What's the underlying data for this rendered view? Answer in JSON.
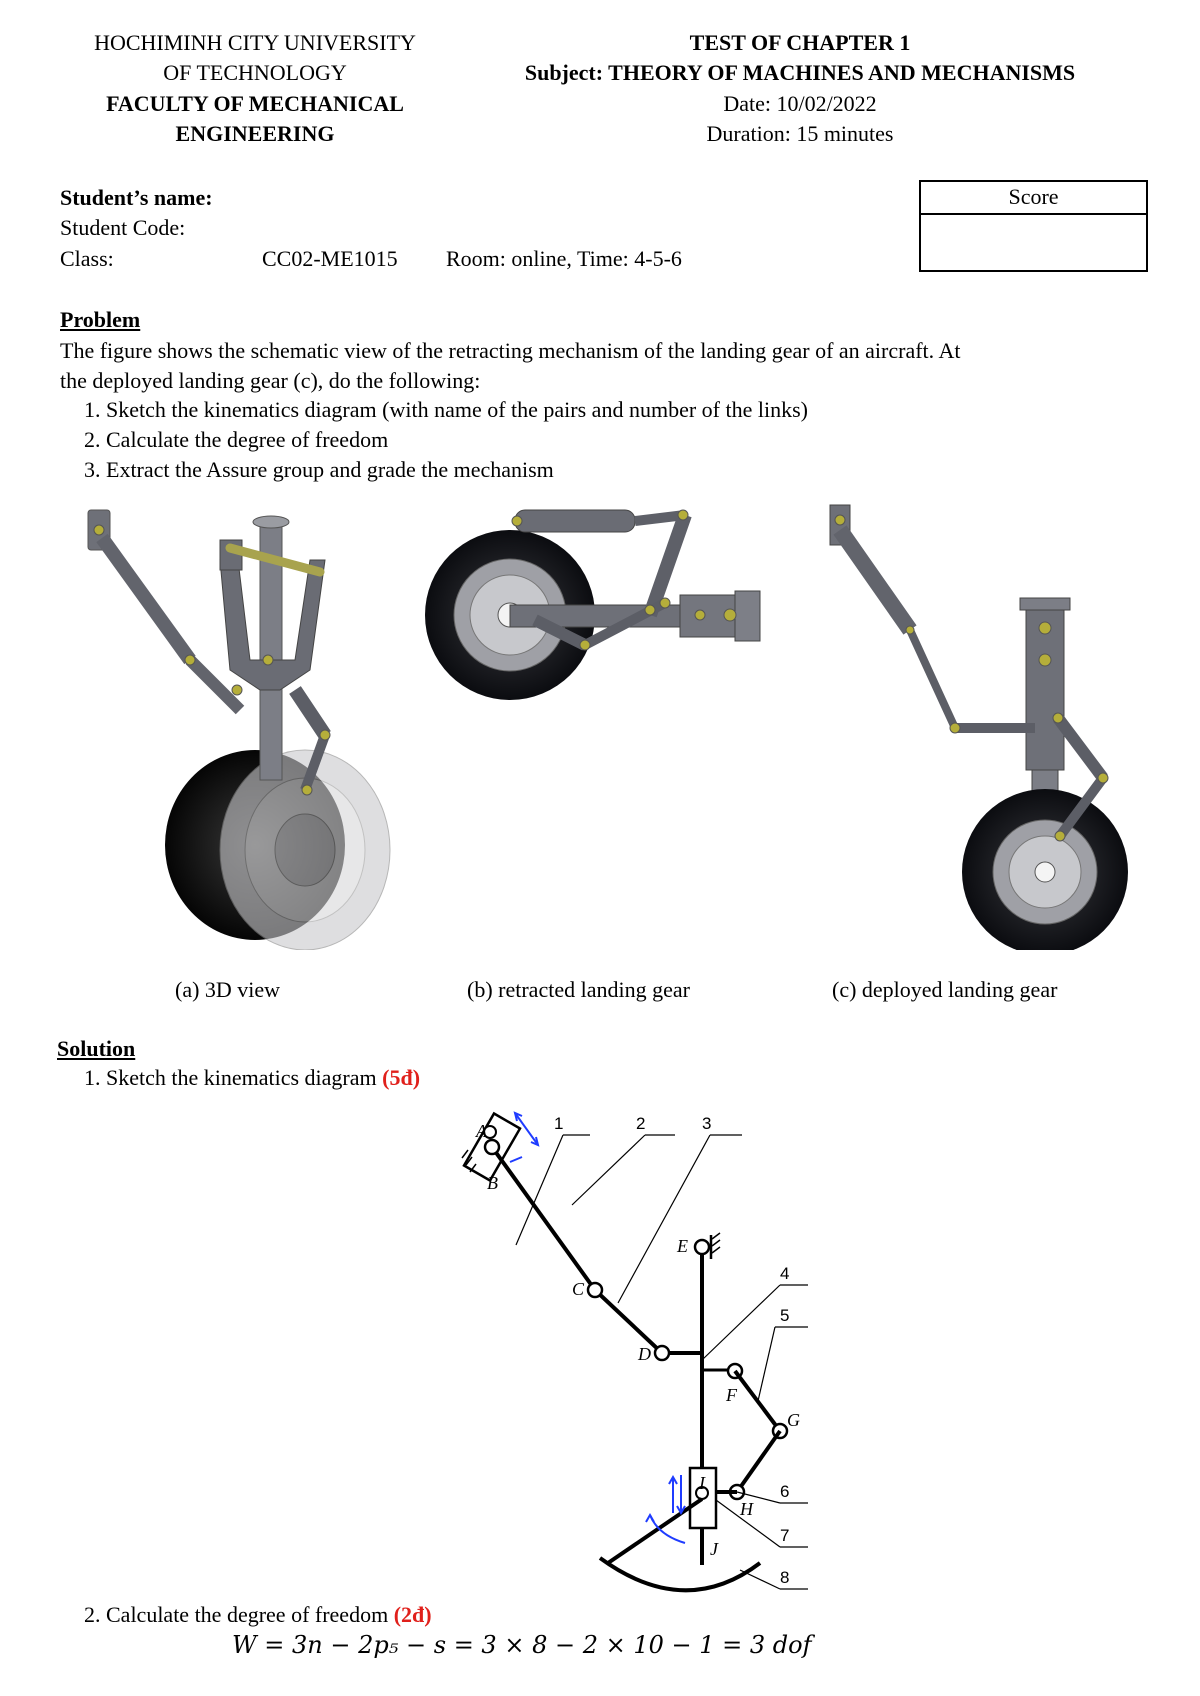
{
  "header": {
    "univ_line1": "HOCHIMINH CITY UNIVERSITY",
    "univ_line2": "OF TECHNOLOGY",
    "faculty_line1": "FACULTY OF MECHANICAL",
    "faculty_line2": "ENGINEERING",
    "test_title": "TEST OF CHAPTER 1",
    "subject_label": "Subject:",
    "subject_value": "THEORY OF MACHINES AND MECHANISMS",
    "date": "Date: 10/02/2022",
    "duration": "Duration: 15 minutes"
  },
  "student": {
    "name_label": "Student’s name:",
    "code_label": "Student Code:",
    "class_label": "Class:",
    "class_value": "CC02-ME1015",
    "room_time": "Room: online, Time: 4-5-6"
  },
  "score": {
    "label": "Score"
  },
  "problem": {
    "heading": "Problem",
    "text_line1": "The figure shows the schematic view of the retracting mechanism of the landing gear of an aircraft. At",
    "text_line2": "the deployed landing gear (c), do the following:",
    "items": [
      "1. Sketch the kinematics diagram (with name of the pairs and number of the links)",
      "2. Calculate the degree of freedom",
      "3. Extract the Assure group and grade the mechanism"
    ]
  },
  "figures": {
    "captions": [
      "(a) 3D view",
      "(b) retracted landing gear",
      "(c) deployed landing gear"
    ]
  },
  "solution": {
    "heading": "Solution",
    "step1": "1. Sketch the kinematics diagram",
    "step1_points": "(5đ)",
    "step2": "2. Calculate the degree of freedom",
    "step2_points": "(2đ)",
    "formula": "W = 3n − 2p₅ − s = 3 × 8 − 2 × 10 − 1 = 3 dof"
  },
  "diagram": {
    "joints": [
      "A",
      "B",
      "C",
      "D",
      "E",
      "F",
      "G",
      "H",
      "I",
      "J"
    ],
    "links": [
      "1",
      "2",
      "3",
      "4",
      "5",
      "6",
      "7",
      "8"
    ]
  }
}
